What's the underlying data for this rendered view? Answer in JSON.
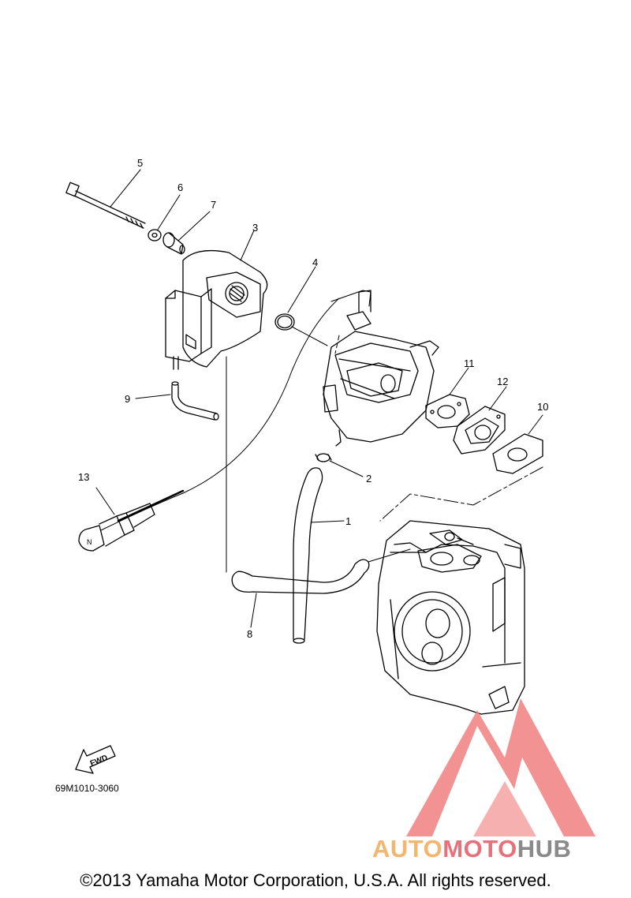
{
  "callouts": {
    "c1": "1",
    "c2": "2",
    "c3": "3",
    "c4": "4",
    "c5": "5",
    "c6": "6",
    "c7": "7",
    "c8": "8",
    "c9": "9",
    "c10": "10",
    "c11": "11",
    "c12": "12",
    "c13": "13"
  },
  "fwd_label": "FWD",
  "part_code": "69M1010-3060",
  "watermark": {
    "part1": "AUTO",
    "part2": "MOTO",
    "part3": "HUB",
    "colors": {
      "auto": "#f4b56c",
      "moto": "#e8707a",
      "hub": "#8a8a8a",
      "logo": "#f08080"
    }
  },
  "copyright": "©2013 Yamaha Motor Corporation, U.S.A. All rights reserved."
}
